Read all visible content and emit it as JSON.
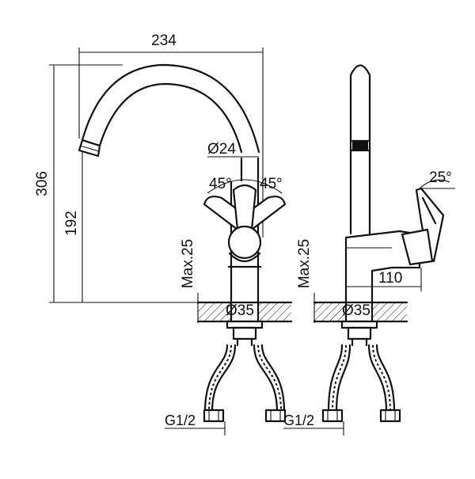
{
  "figure": {
    "type": "technical-drawing",
    "stroke_color": "#111111",
    "background_color": "#ffffff",
    "front_view": {
      "labels": {
        "width": "234",
        "height": "306",
        "spout_height": "192",
        "spout_diameter": "Ø24",
        "angle_left": "45°",
        "angle_right": "45°",
        "max_thickness": "Max.25",
        "hole_diameter": "Ø35",
        "thread": "G1/2"
      }
    },
    "side_view": {
      "labels": {
        "lever_angle": "25°",
        "max_thickness": "Max.25",
        "hole_diameter": "Ø35",
        "lever_length": "110",
        "thread": "G1/2"
      }
    }
  }
}
